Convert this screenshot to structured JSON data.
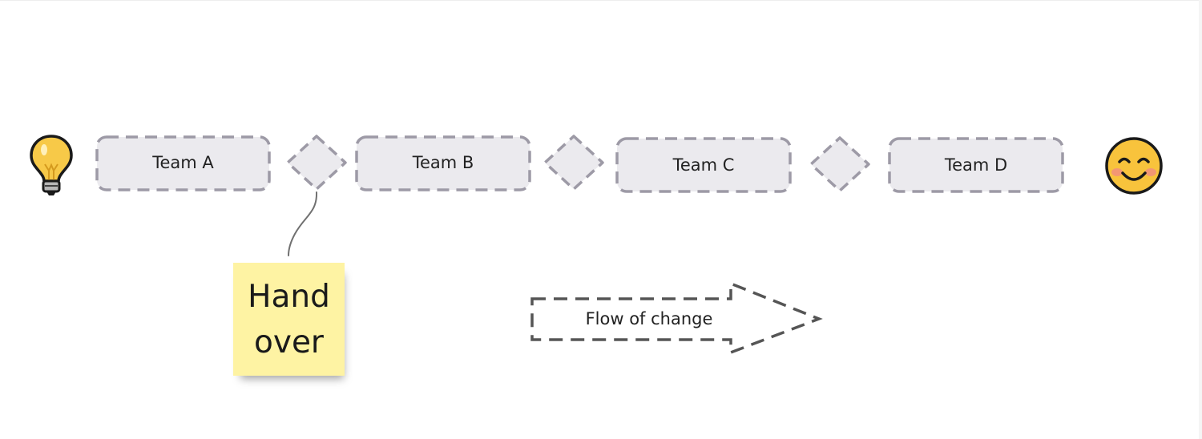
{
  "colors": {
    "stage_fill": "#ebeaee",
    "stage_stroke": "#9d9aa6",
    "connector": "#707070",
    "arrow_stroke": "#555555",
    "sticky_fill": "#fef3a3",
    "text": "#222222"
  },
  "start_icon": "light-bulb-icon",
  "end_icon": "smiling-face-icon",
  "stages": [
    {
      "label": "Team A"
    },
    {
      "label": "Team B"
    },
    {
      "label": "Team C"
    },
    {
      "label": "Team D"
    }
  ],
  "sticky_note": {
    "line1": "Hand",
    "line2": "over"
  },
  "flow_arrow": {
    "label": "Flow of change"
  }
}
